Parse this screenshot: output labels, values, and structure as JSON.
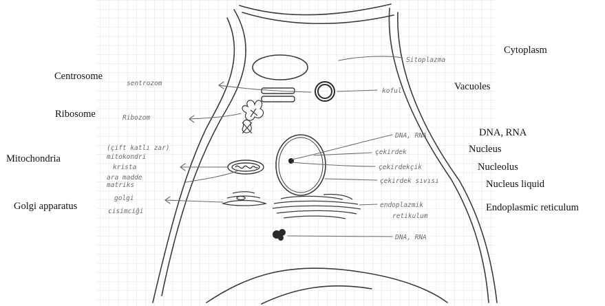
{
  "labels": {
    "cytoplasm": "Cytoplasm",
    "centrosome": "Centrosome",
    "vacuoles": "Vacuoles",
    "ribosome": "Ribosome",
    "dna_rna_1": "DNA, RNA",
    "nucleus": "Nucleus",
    "mitochondria": "Mitochondria",
    "nucleolus": "Nucleolus",
    "nucleus_liquid": "Nucleus liquid",
    "golgi": "Golgi apparatus",
    "er": "Endoplasmic reticulum"
  },
  "handwritten": {
    "cytoplasm": "Sitoplazma",
    "centrosome": "sentrozom",
    "vacuole": "koful",
    "ribosome": "Ribozom",
    "dna_rna_1": "DNA, RNA",
    "nucleus": "çekirdek",
    "nucleolus": "çekirdekçik",
    "nucleus_liquid": "çekirdek sıvısı",
    "mito_1": "(çift katlı zar)",
    "mito_2": "mitokondri",
    "mito_3": "krista",
    "mito_4": "ara madde",
    "mito_5": "matriks",
    "golgi_1": "golgi",
    "golgi_2": "cisimciği",
    "er_1": "endoplazmik",
    "er_2": "retikulum",
    "dna_rna_2": "DNA, RNA"
  }
}
